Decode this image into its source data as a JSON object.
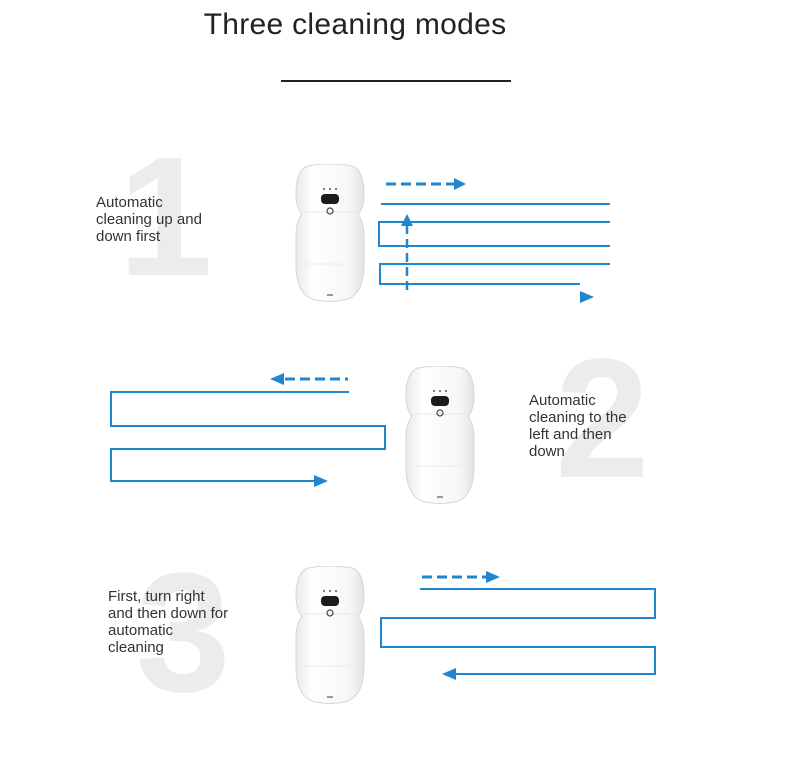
{
  "header": {
    "title": "Three cleaning modes"
  },
  "colors": {
    "path": "#1f86cf",
    "number_watermark": "#ececec",
    "robot_body": "#fbfbfb"
  },
  "modes": [
    {
      "number": "1",
      "label": "Automatic\ncleaning up and\ndown first"
    },
    {
      "number": "2",
      "label": "Automatic\ncleaning to the\nleft and then\ndown"
    },
    {
      "number": "3",
      "label": "First, turn right\nand then down for\nautomatic\ncleaning"
    }
  ]
}
